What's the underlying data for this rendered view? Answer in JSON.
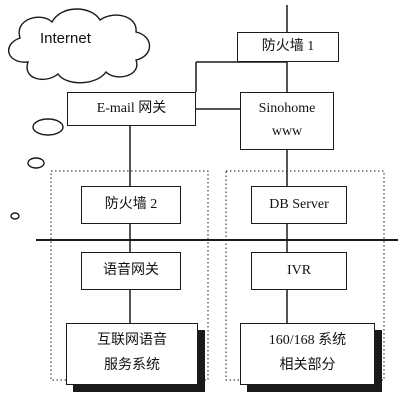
{
  "cloud": {
    "label": "Internet"
  },
  "nodes": {
    "firewall1": "防火墙 1",
    "email_gateway": "E-mail 网关",
    "sinohome": {
      "line1": "Sinohome",
      "line2": "www"
    },
    "firewall2": "防火墙 2",
    "db_server": "DB Server",
    "voice_gateway": "语音网关",
    "ivr": "IVR",
    "internet_voice_service": {
      "line1": "互联网语音",
      "line2": "服务系统"
    },
    "system_160_168": {
      "line1": "160/168 系统",
      "line2": "相关部分"
    }
  },
  "colors": {
    "line": "#1a1a1a",
    "background": "#ffffff"
  }
}
